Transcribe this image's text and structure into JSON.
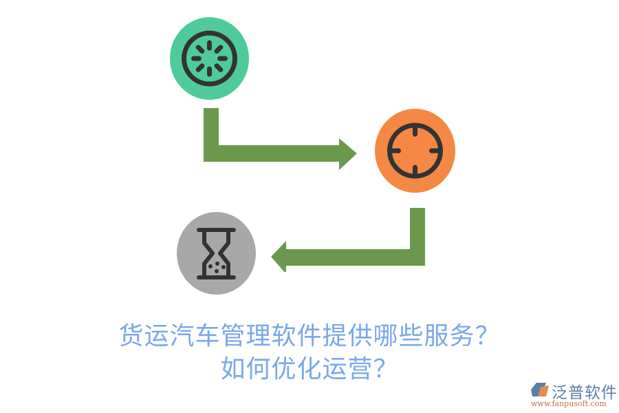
{
  "diagram": {
    "nodes": [
      {
        "id": "step1",
        "icon": "loading-spinner-icon",
        "color": "#4fcb9b"
      },
      {
        "id": "step2",
        "icon": "crosshair-target-icon",
        "color": "#f58844"
      },
      {
        "id": "step3",
        "icon": "hourglass-icon",
        "color": "#a8a8a8"
      }
    ],
    "arrows": [
      {
        "from": "step1",
        "to": "step2",
        "color": "#6a994e"
      },
      {
        "from": "step2",
        "to": "step3",
        "color": "#6a994e"
      }
    ],
    "icon_stroke_color": "#333333"
  },
  "title": {
    "line1": "货运汽车管理软件提供哪些服务？",
    "line2": "如何优化运营？",
    "color": "#7aa7ea"
  },
  "watermark": {
    "brand": "泛普软件",
    "url": "www.fanpusoft.com"
  }
}
